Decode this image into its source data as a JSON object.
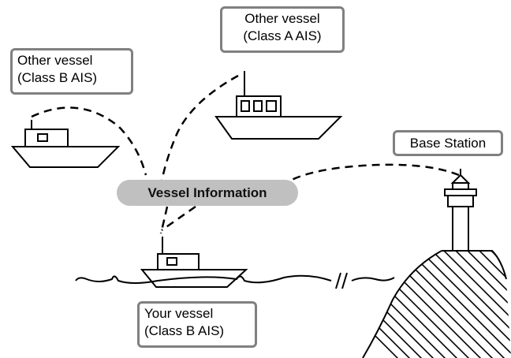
{
  "labels": {
    "other_vessel_a": {
      "line1": "Other vessel",
      "line2": "(Class A AIS)"
    },
    "other_vessel_b": {
      "line1": "Other vessel",
      "line2": "(Class B AIS)"
    },
    "base_station": "Base Station",
    "vessel_information": "Vessel Information",
    "your_vessel": {
      "line1": "Your vessel",
      "line2": "(Class B AIS)"
    }
  },
  "colors": {
    "box_border": "#808080",
    "pill_fill": "#c0c0c0",
    "line": "#000000"
  }
}
